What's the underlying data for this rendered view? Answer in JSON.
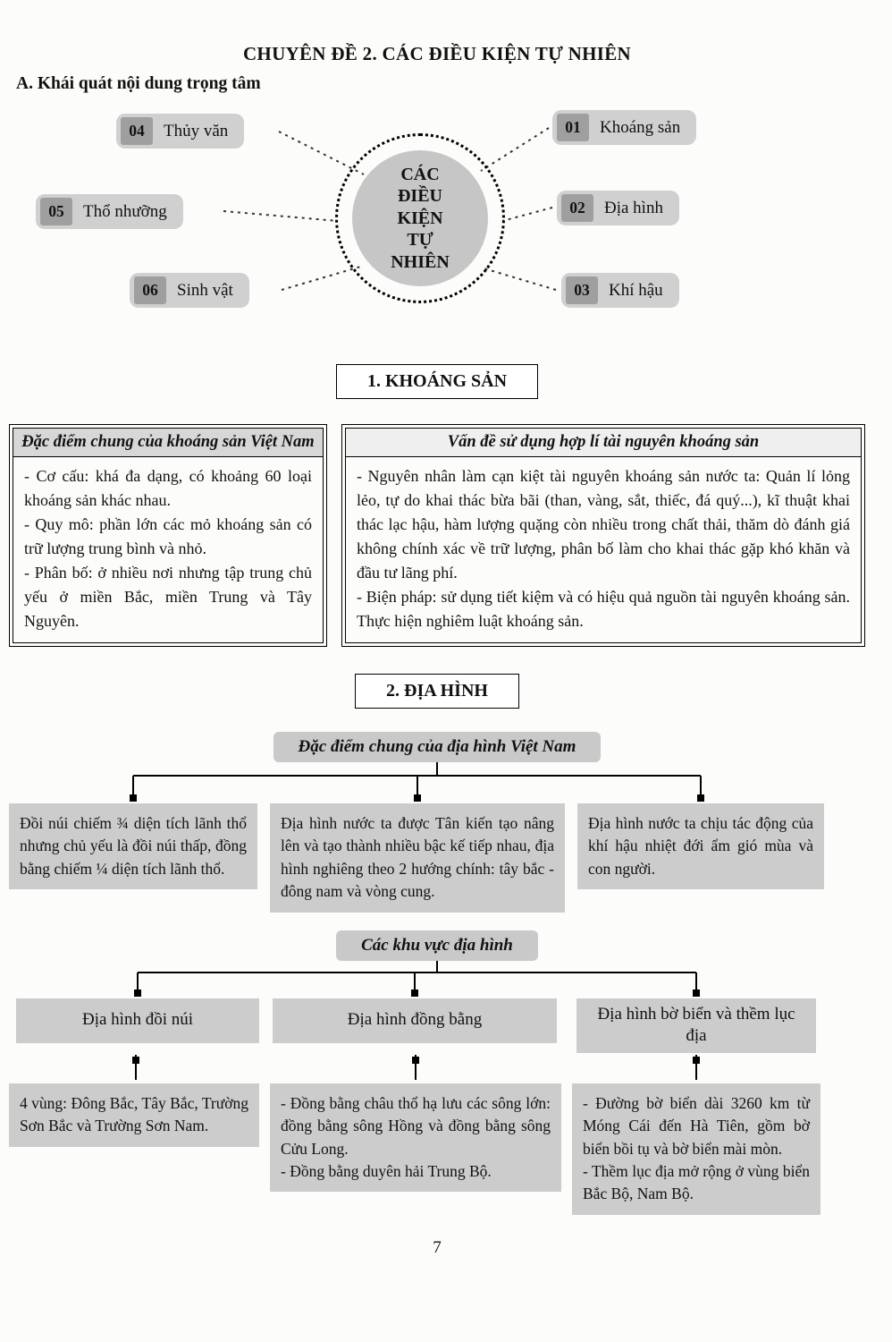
{
  "page": {
    "title": "CHUYÊN ĐỀ 2. CÁC ĐIỀU KIỆN TỰ NHIÊN",
    "section_a": "A. Khái quát nội dung trọng tâm",
    "page_number": "7"
  },
  "colors": {
    "box_gray": "#cccccc",
    "badge_gray": "#9f9f9f",
    "bar_gray": "#c9c9c9"
  },
  "mindmap": {
    "center_lines": [
      "CÁC",
      "ĐIỀU",
      "KIỆN",
      "TỰ",
      "NHIÊN"
    ],
    "nodes": [
      {
        "num": "01",
        "label": "Khoáng sản"
      },
      {
        "num": "02",
        "label": "Địa hình"
      },
      {
        "num": "03",
        "label": "Khí hậu"
      },
      {
        "num": "04",
        "label": "Thủy văn"
      },
      {
        "num": "05",
        "label": "Thổ nhưỡng"
      },
      {
        "num": "06",
        "label": "Sinh vật"
      }
    ]
  },
  "section1": {
    "header": "1. KHOÁNG SẢN",
    "left_box": {
      "title": "Đặc điểm chung của khoáng sản Việt Nam",
      "body": "- Cơ cấu: khá đa dạng, có khoảng 60 loại khoáng sản khác nhau.\n- Quy mô: phần lớn các mỏ khoáng sản có trữ lượng trung bình và nhỏ.\n- Phân bố: ở nhiều nơi nhưng tập trung chủ yếu ở miền Bắc, miền Trung và Tây Nguyên."
    },
    "right_box": {
      "title": "Vấn đề sử dụng hợp lí tài nguyên khoáng sản",
      "body": "- Nguyên nhân làm cạn kiệt tài nguyên khoáng sản nước ta: Quản lí lỏng lẻo, tự do khai thác bừa bãi (than, vàng, sắt, thiếc, đá quý...), kĩ thuật khai thác lạc hậu, hàm lượng quặng còn nhiều trong chất thải, thăm dò đánh giá không chính xác về trữ lượng, phân bố làm cho khai thác gặp khó khăn và đầu tư lãng phí.\n- Biện pháp: sử dụng tiết kiệm và có hiệu quả nguồn tài nguyên khoáng sản. Thực hiện nghiêm luật khoáng sản."
    }
  },
  "section2": {
    "header": "2. ĐỊA HÌNH",
    "bar1": "Đặc điểm chung của địa hình Việt Nam",
    "features": [
      "Đồi núi chiếm ¾ diện tích lãnh thổ nhưng chủ yếu là đồi núi thấp, đồng bằng chiếm ¼ diện tích lãnh thổ.",
      "Địa hình nước ta được Tân kiến tạo nâng lên và tạo thành nhiều bậc kế tiếp nhau, địa hình nghiêng theo 2 hướng chính: tây bắc - đông nam và vòng cung.",
      "Địa hình nước ta chịu tác động của khí hậu nhiệt đới ẩm gió mùa và con người."
    ],
    "bar2": "Các khu vực địa hình",
    "regions": [
      {
        "title": "Địa hình đồi núi",
        "body": "4 vùng: Đông Bắc, Tây Bắc, Trường Sơn Bắc và Trường Sơn Nam."
      },
      {
        "title": "Địa hình đồng bằng",
        "body": "- Đồng bằng châu thổ hạ lưu các sông lớn: đồng bằng sông Hồng và đồng bằng sông Cửu Long.\n- Đồng bằng duyên hải Trung Bộ."
      },
      {
        "title": "Địa hình bờ biển và thềm lục địa",
        "body": "- Đường bờ biển dài 3260 km từ Móng Cái đến Hà Tiên, gồm bờ biển bồi tụ và bờ biển mài mòn.\n- Thềm lục địa mở rộng ở vùng biển Bắc Bộ, Nam Bộ."
      }
    ]
  }
}
